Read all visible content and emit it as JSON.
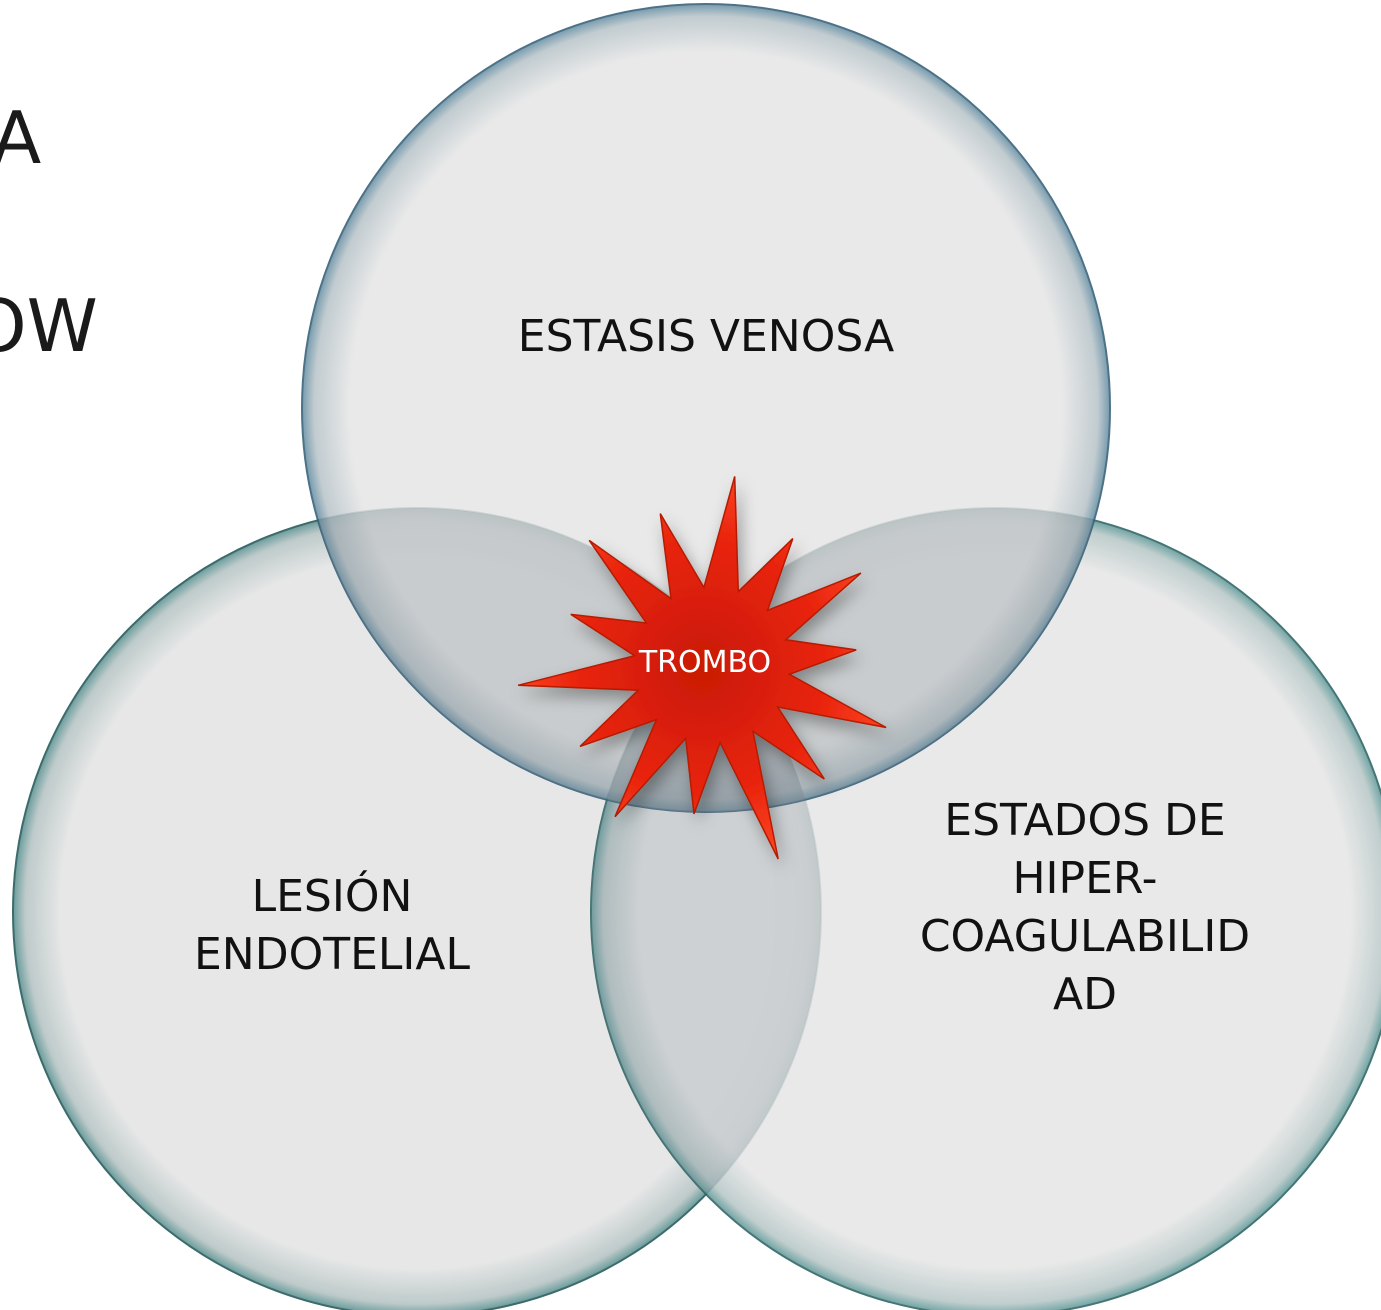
{
  "background_fragments": [
    "A",
    "OW"
  ],
  "circles": {
    "top": {
      "label_lines": [
        "ESTASIS VENOSA"
      ],
      "stroke": "#3f6f8a"
    },
    "left": {
      "label_lines": [
        "LESIÓN",
        "ENDOTELIAL"
      ],
      "stroke": "#3f8585"
    },
    "right": {
      "label_lines": [
        "ESTADOS DE",
        "HIPER-",
        "COAGULABILID",
        "AD"
      ],
      "stroke": "#3f8a8a"
    }
  },
  "center": {
    "label": "TROMBO",
    "fill": "#e8230d"
  },
  "colors": {
    "circle_fill": "#e6e6e6",
    "overlap_tint": "#8a9599"
  }
}
